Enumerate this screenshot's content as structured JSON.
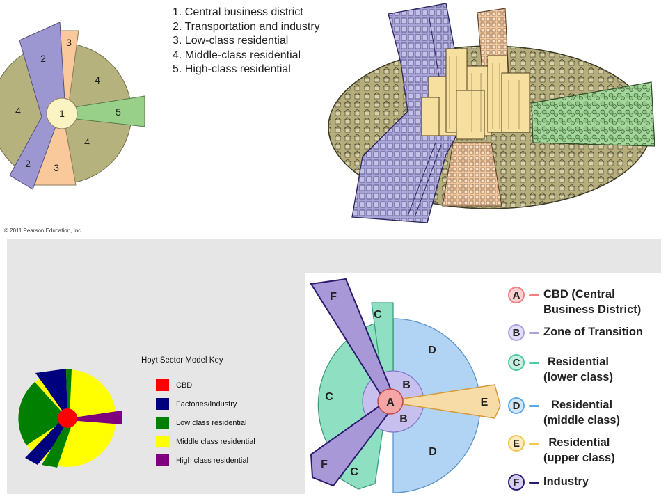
{
  "top_diagram": {
    "legend": [
      "1. Central business district",
      "2. Transportation and industry",
      "3. Low-class residential",
      "4. Middle-class residential",
      "5. High-class residential"
    ],
    "labels": {
      "cbd": "1",
      "t_top": "2",
      "t_bottom": "2",
      "l_top": "3",
      "l_bottom": "3",
      "m_top": "4",
      "m_left": "4",
      "m_bottom": "4",
      "h": "5"
    },
    "copyright": "© 2011 Pearson Education, Inc.",
    "colors": {
      "cbd": "#fbf3c2",
      "transport": "#9c97d0",
      "low": "#f9c99b",
      "middle": "#b6b27e",
      "high": "#98d08a"
    }
  },
  "hoyt_key": {
    "title": "Hoyt Sector Model Key",
    "items": [
      {
        "label": "CBD",
        "color": "#ff0000"
      },
      {
        "label": "Factories/Industry",
        "color": "#00007f"
      },
      {
        "label": "Low class residential",
        "color": "#007f00"
      },
      {
        "label": "Middle class residential",
        "color": "#ffff00"
      },
      {
        "label": "High class residential",
        "color": "#7f007f"
      }
    ]
  },
  "right_diagram": {
    "labels": {
      "a": "A",
      "b1": "B",
      "b2": "B",
      "c1": "C",
      "c2": "C",
      "c3": "C",
      "d1": "D",
      "d2": "D",
      "e": "E",
      "f1": "F",
      "f2": "F"
    },
    "key": [
      {
        "letter": "A",
        "line1": "CBD (Central",
        "line2": "Business District)",
        "color": "#f08080"
      },
      {
        "letter": "B",
        "line1": "Zone of Transition",
        "line2": "",
        "color": "#a9a3e0"
      },
      {
        "letter": "C",
        "line1": "Residential",
        "line2": "(lower class)",
        "color": "#4fc9a0"
      },
      {
        "letter": "D",
        "line1": "Residential",
        "line2": "(middle class)",
        "color": "#5aa8e6"
      },
      {
        "letter": "E",
        "line1": "Residential",
        "line2": "(upper class)",
        "color": "#f2c64a"
      },
      {
        "letter": "F",
        "line1": "Industry",
        "line2": "",
        "color": "#2b1a6e"
      }
    ]
  }
}
